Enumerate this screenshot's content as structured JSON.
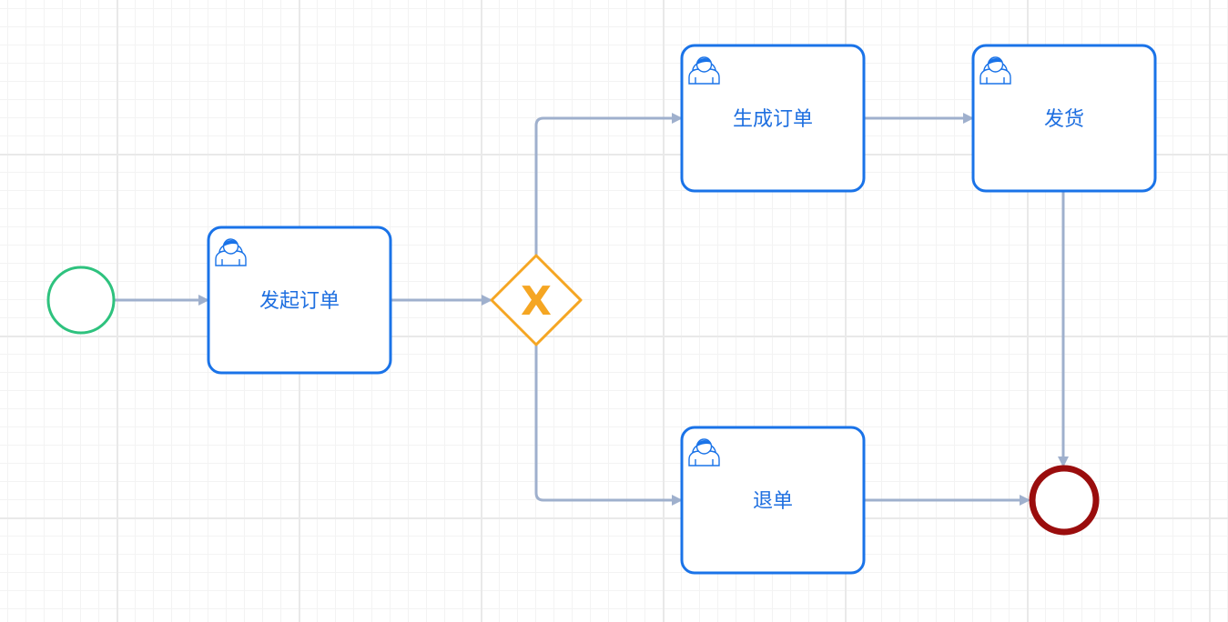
{
  "diagram": {
    "start_event": {
      "label": ""
    },
    "gateway": {
      "symbol": "X"
    },
    "end_event": {
      "label": ""
    },
    "tasks": [
      {
        "label": "发起订单",
        "icon": "user-icon"
      },
      {
        "label": "生成订单",
        "icon": "user-icon"
      },
      {
        "label": "发货",
        "icon": "user-icon"
      },
      {
        "label": "退单",
        "icon": "user-icon"
      }
    ],
    "colors": {
      "task_border": "#1a73e8",
      "task_text": "#1e6fe0",
      "start_event": "#2ec27e",
      "end_event": "#9a0d0d",
      "gateway": "#f5a623",
      "flow": "#9fb0cd"
    }
  }
}
